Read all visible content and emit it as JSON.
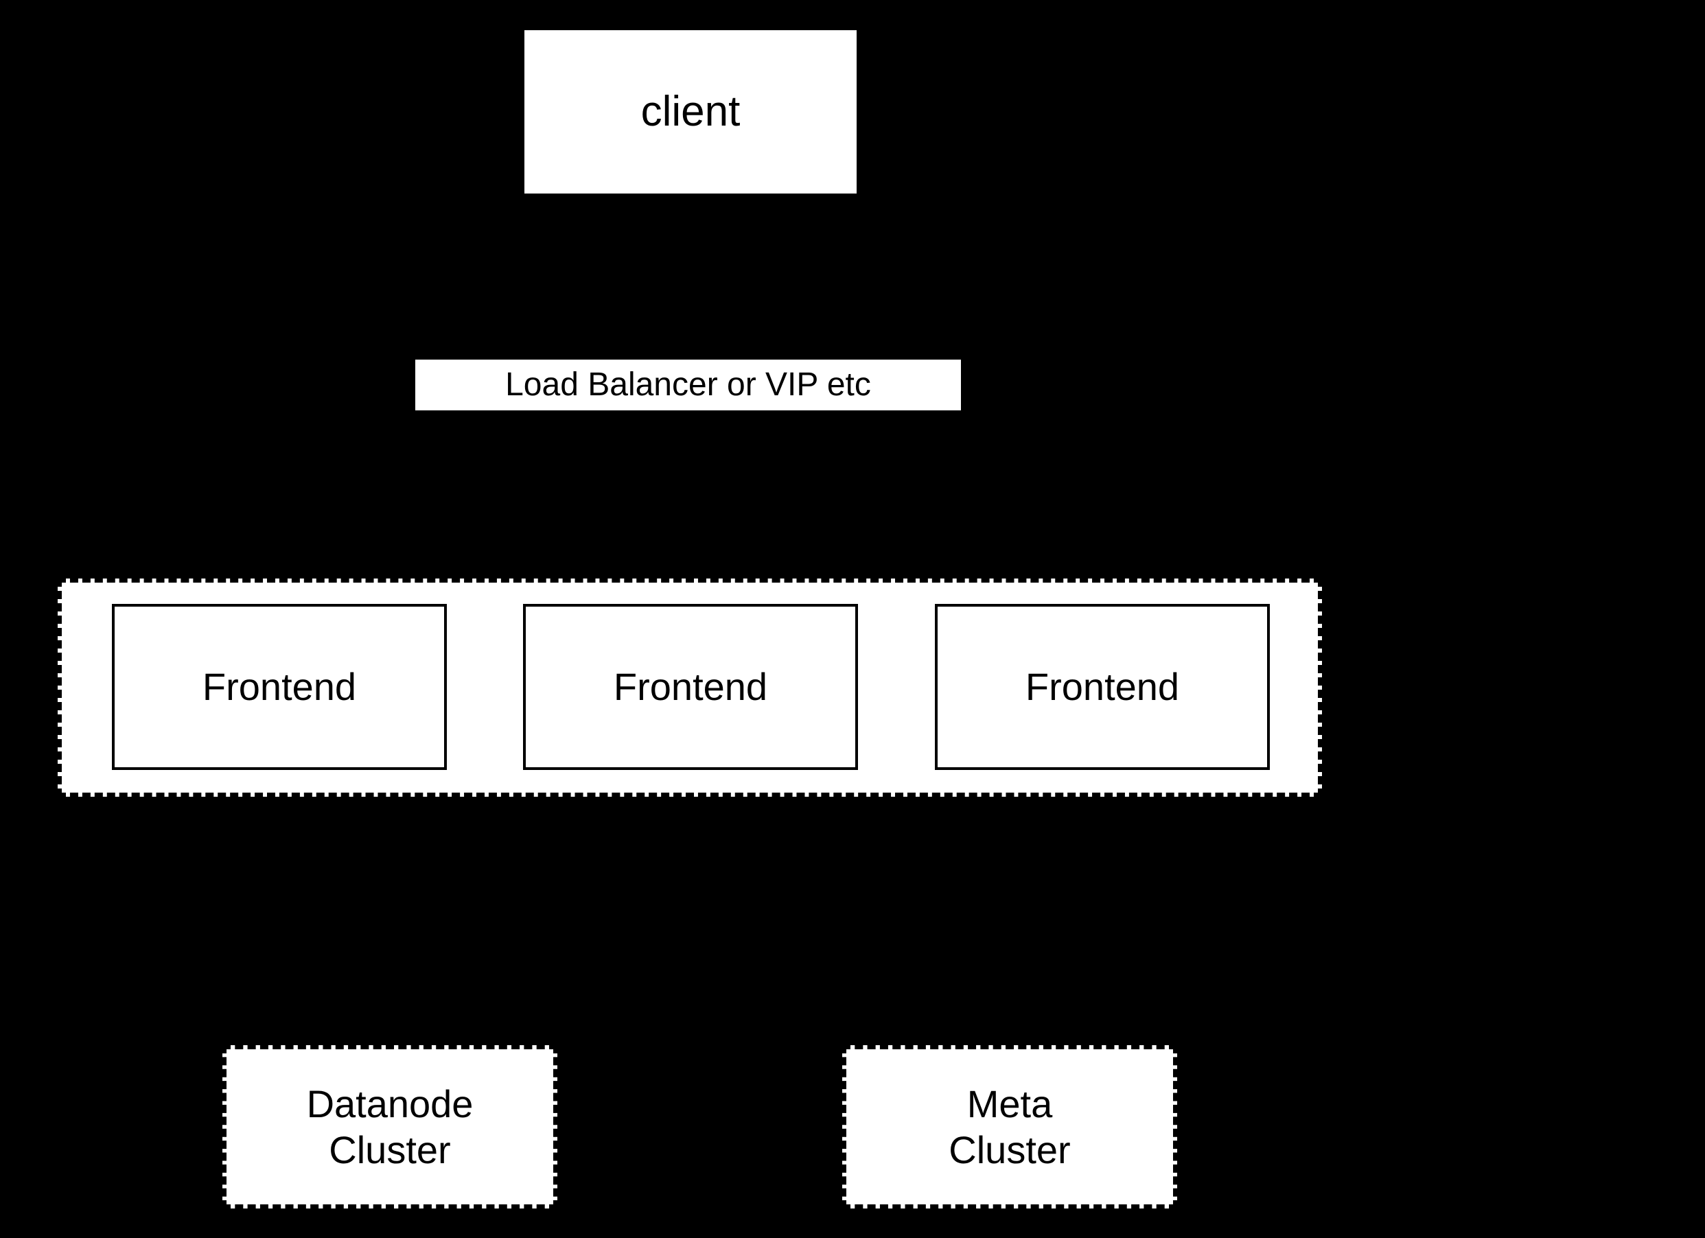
{
  "colors": {
    "background": "#000000",
    "node_fill": "#ffffff",
    "border": "#000000",
    "text": "#000000"
  },
  "nodes": {
    "client": {
      "label": "client"
    },
    "load_balancer": {
      "label": "Load Balancer or VIP etc"
    },
    "frontend_group": {
      "frontends": [
        {
          "label": "Frontend"
        },
        {
          "label": "Frontend"
        },
        {
          "label": "Frontend"
        }
      ]
    },
    "datanode_cluster": {
      "lines": [
        "Datanode",
        "Cluster"
      ]
    },
    "meta_cluster": {
      "lines": [
        "Meta",
        "Cluster"
      ]
    }
  }
}
